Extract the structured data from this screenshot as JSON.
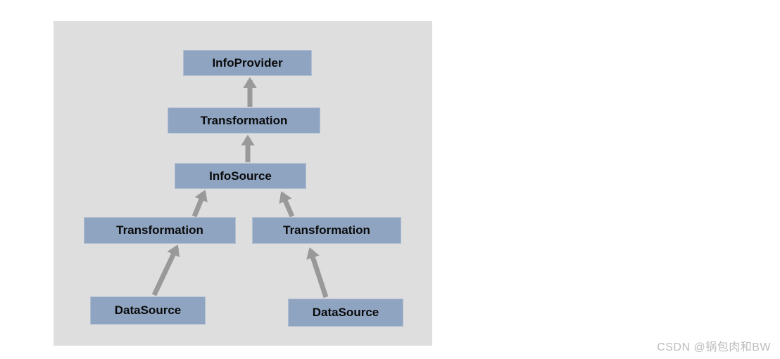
{
  "diagram": {
    "title_hint": "SAP BW data flow hierarchy",
    "nodes": {
      "info_provider": {
        "label": "InfoProvider"
      },
      "transformation_top": {
        "label": "Transformation"
      },
      "info_source": {
        "label": "InfoSource"
      },
      "transformation_left": {
        "label": "Transformation"
      },
      "transformation_right": {
        "label": "Transformation"
      },
      "data_source_left": {
        "label": "DataSource"
      },
      "data_source_right": {
        "label": "DataSource"
      }
    },
    "edges": [
      {
        "from": "transformation_top",
        "to": "info_provider"
      },
      {
        "from": "info_source",
        "to": "transformation_top"
      },
      {
        "from": "transformation_left",
        "to": "info_source"
      },
      {
        "from": "transformation_right",
        "to": "info_source"
      },
      {
        "from": "data_source_left",
        "to": "transformation_left"
      },
      {
        "from": "data_source_right",
        "to": "transformation_right"
      }
    ],
    "colors": {
      "panel_bg": "#dedede",
      "node_fill": "#8ea4c1",
      "node_border": "#b2bfd2",
      "node_text": "#0a0a0a",
      "arrow": "#999999"
    }
  },
  "watermark": {
    "text": "CSDN @锅包肉和BW",
    "color": "#bcbcbc"
  }
}
